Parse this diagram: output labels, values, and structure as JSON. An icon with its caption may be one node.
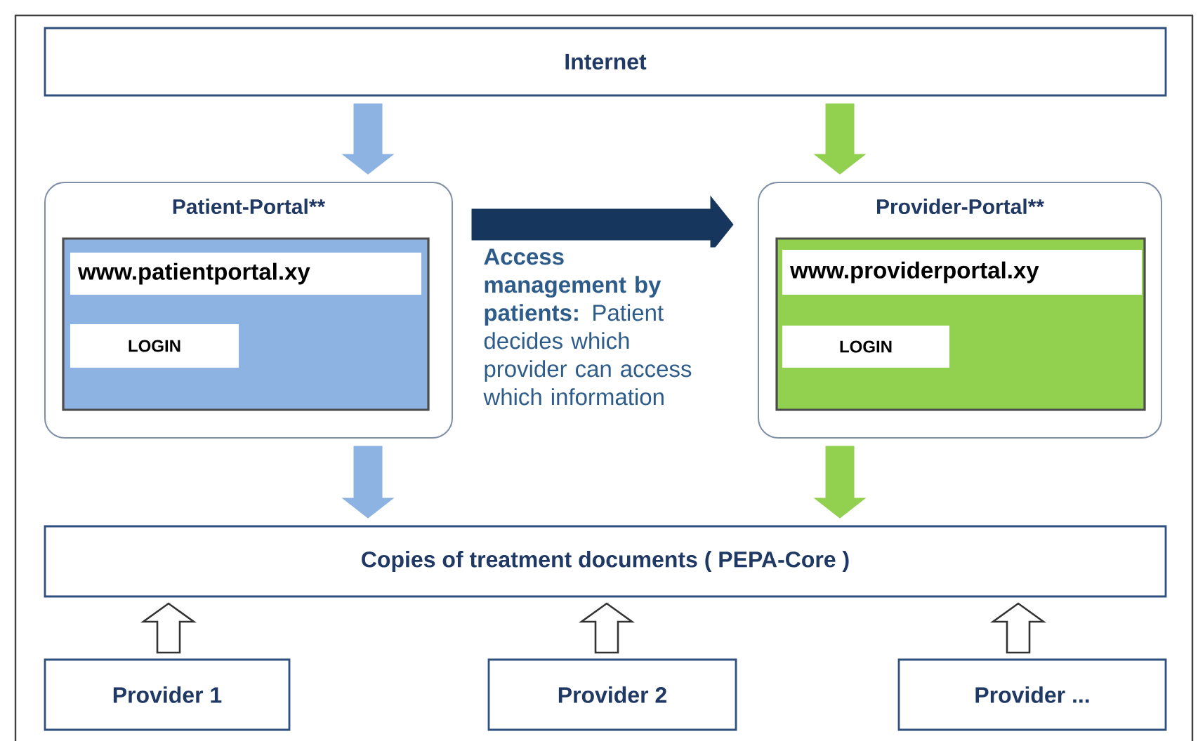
{
  "diagram": {
    "nodes": [
      {
        "text": [
          "Internet"
        ]
      },
      {
        "text": [
          "Patient-Portal**"
        ]
      },
      {
        "text": [],
        "shape": "box",
        "in": 1
      },
      {
        "text": [
          "www.patientportal.xy"
        ],
        "in": 2
      },
      {
        "text": [
          "LOGIN"
        ],
        "in": 2
      },
      {
        "text": [
          "Provider-Portal**"
        ]
      },
      {
        "text": [],
        "shape": "box",
        "in": 5
      },
      {
        "text": [
          "www.providerportal.xy"
        ],
        "in": 6
      },
      {
        "text": [
          "LOGIN"
        ],
        "in": 6
      },
      {
        "text": [
          "Copies of treatment documents ( PEPA-Core )"
        ]
      },
      {
        "text": [
          "Provider 1"
        ]
      },
      {
        "text": [
          "Provider 2"
        ]
      },
      {
        "text": [
          "Provider ..."
        ]
      }
    ],
    "edges": [
      {
        "from": 0,
        "to": 1,
        "arrow": "to",
        "color": "#8db3e2"
      },
      {
        "from": 0,
        "to": 5,
        "arrow": "to",
        "color": "#92d050"
      },
      {
        "from": 1,
        "to": 5,
        "arrow": "to",
        "color": "#17365d",
        "label": "**Access management by patients:** Patient decides which provider can access which information"
      },
      {
        "from": 1,
        "to": 9,
        "arrow": "to",
        "color": "#8db3e2"
      },
      {
        "from": 5,
        "to": 9,
        "arrow": "to",
        "color": "#92d050"
      },
      {
        "from": 10,
        "to": 9,
        "arrow": "to"
      },
      {
        "from": 11,
        "to": 9,
        "arrow": "to"
      },
      {
        "from": 12,
        "to": 9,
        "arrow": "to"
      }
    ]
  }
}
